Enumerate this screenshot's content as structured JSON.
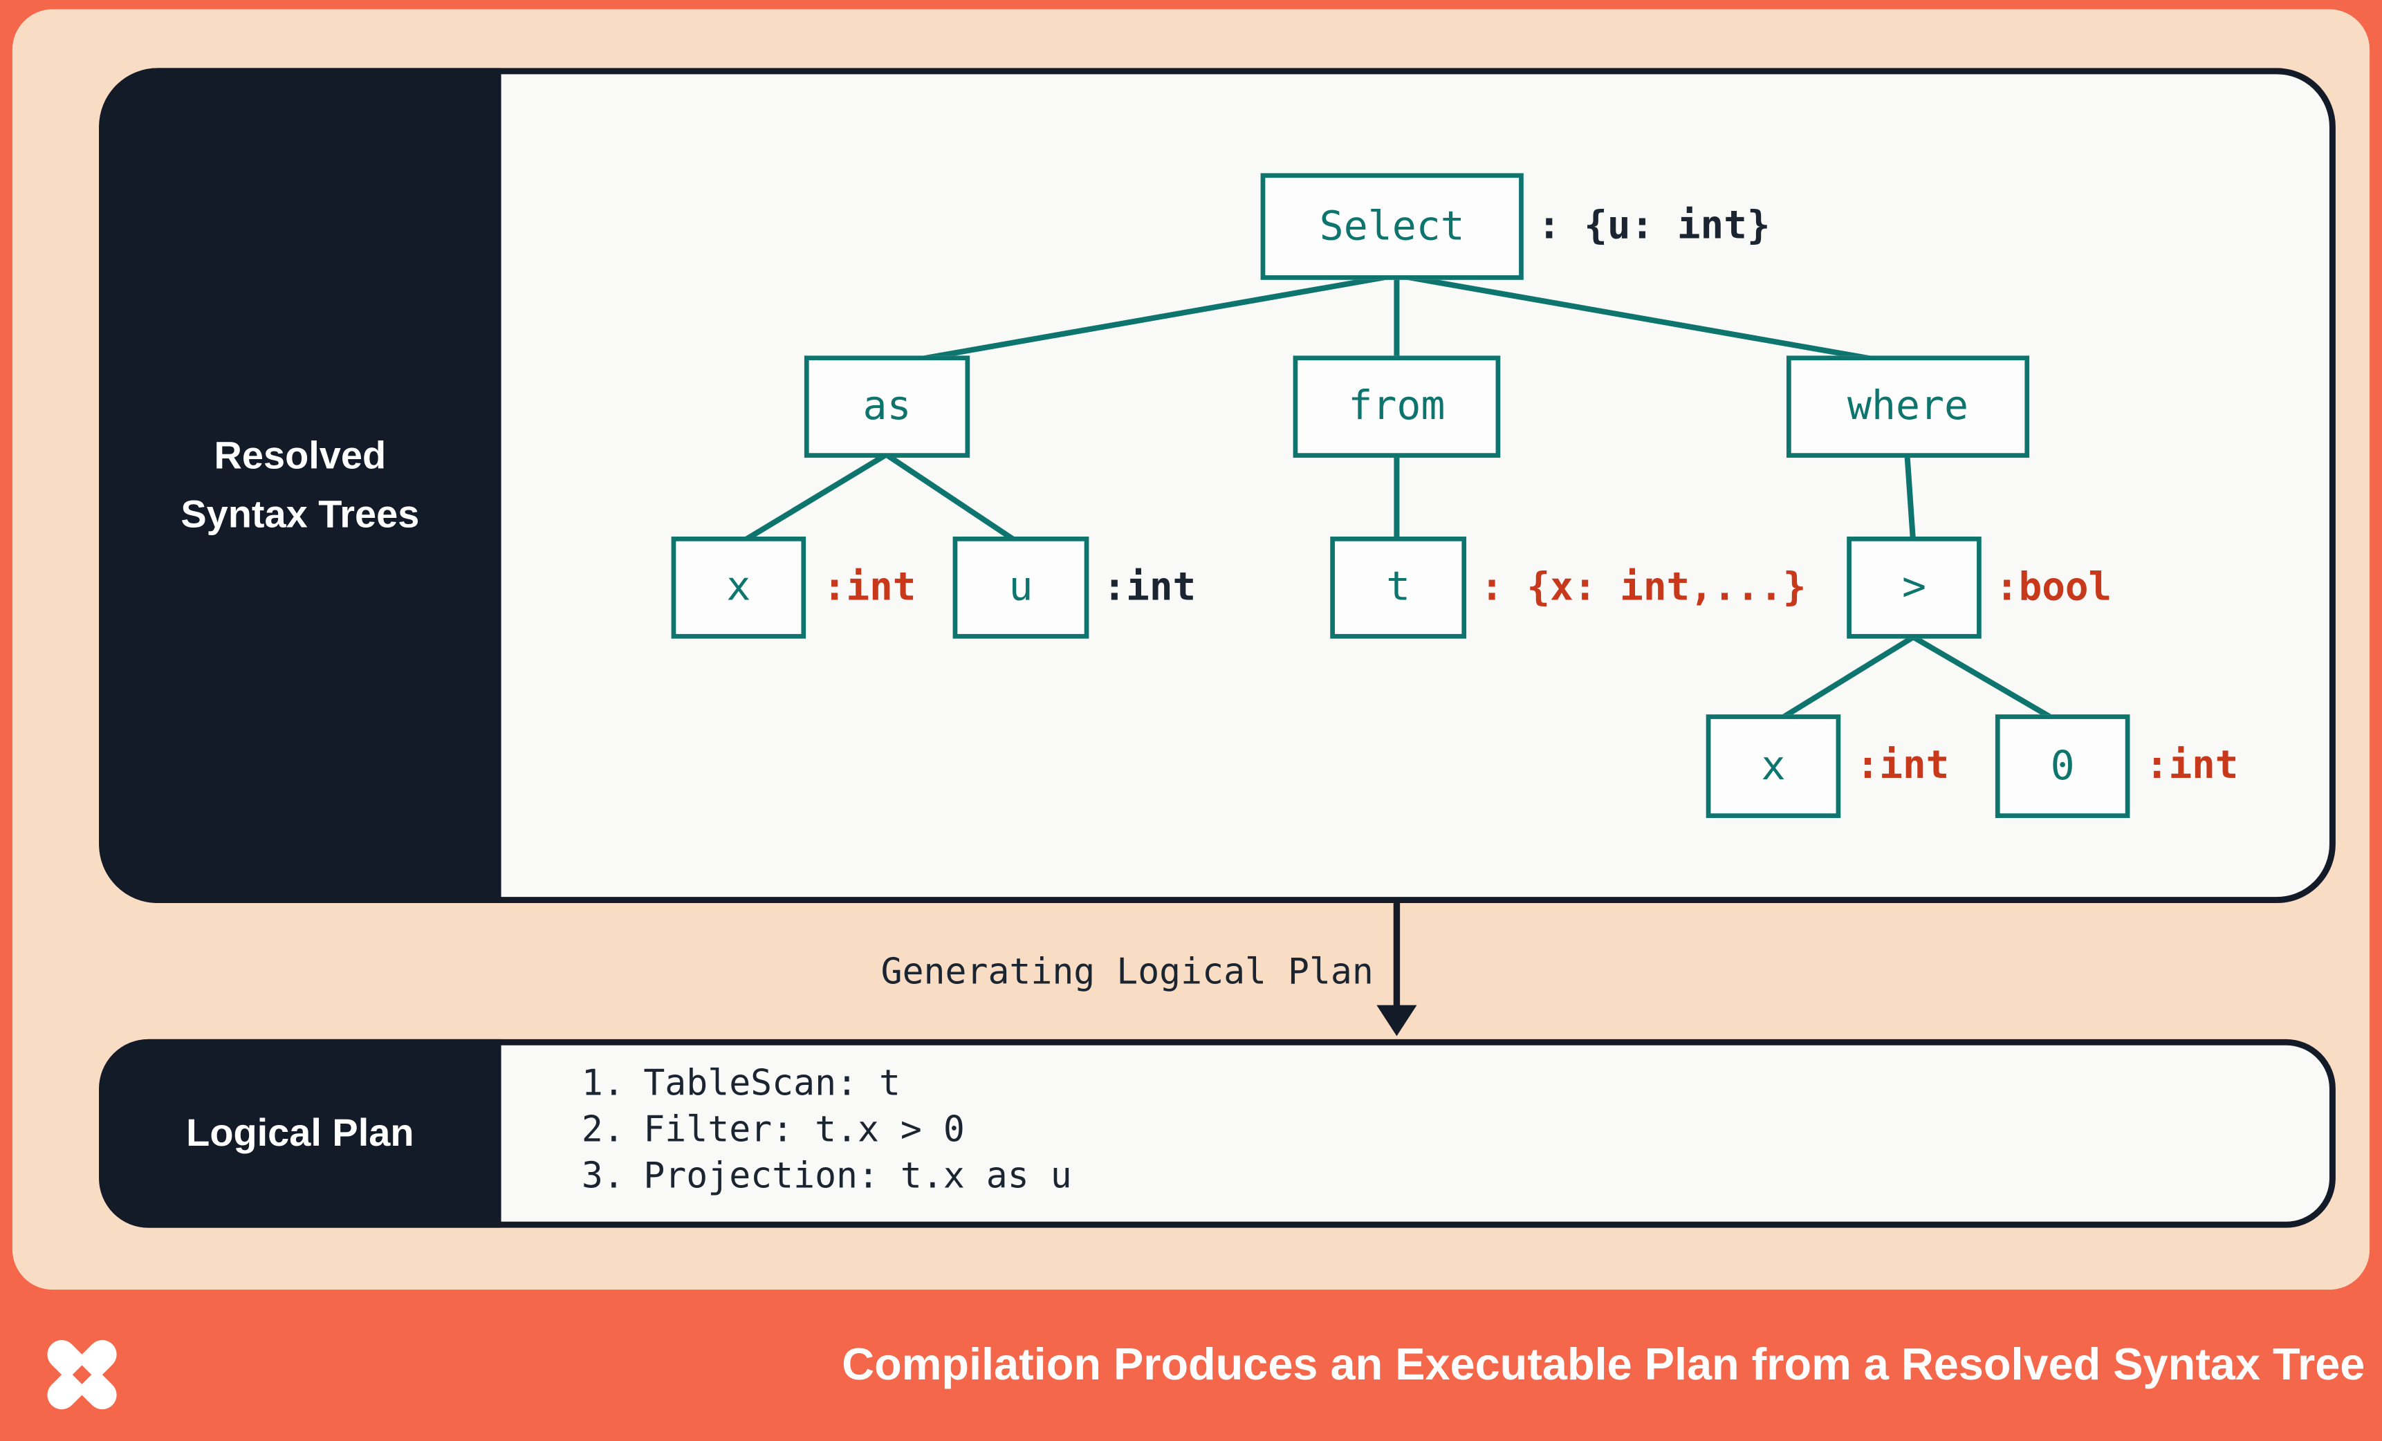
{
  "colors": {
    "coral": "#F4674B",
    "peach": "#F8DCC4",
    "navy": "#141B28",
    "teal": "#0E746E",
    "red": "#C8381B",
    "panel_light": "#F9F9F8"
  },
  "resolved_panel": {
    "label_line1": "Resolved",
    "label_line2": "Syntax Trees"
  },
  "tree": {
    "nodes": {
      "select": {
        "label": "Select",
        "annotation": ": {u: int}",
        "annotation_color": "navy"
      },
      "as": {
        "label": "as"
      },
      "from": {
        "label": "from"
      },
      "where": {
        "label": "where"
      },
      "x1": {
        "label": "x",
        "annotation": ":int",
        "annotation_color": "red"
      },
      "u": {
        "label": "u",
        "annotation": ":int",
        "annotation_color": "navy"
      },
      "t": {
        "label": "t",
        "annotation": ": {x: int,...}",
        "annotation_color": "red"
      },
      "gt": {
        "label": ">",
        "annotation": ":bool",
        "annotation_color": "red"
      },
      "x2": {
        "label": "x",
        "annotation": ":int",
        "annotation_color": "red"
      },
      "zero": {
        "label": "0",
        "annotation": ":int",
        "annotation_color": "red"
      }
    }
  },
  "transition": {
    "label": "Generating Logical Plan"
  },
  "logical_plan": {
    "sidebar_label": "Logical Plan",
    "steps": [
      {
        "num": "1.",
        "text": "TableScan: t"
      },
      {
        "num": "2.",
        "text": "Filter: t.x > 0"
      },
      {
        "num": "3.",
        "text": "Projection: t.x as u"
      }
    ]
  },
  "footer": {
    "caption": "Compilation Produces an Executable Plan from a Resolved Syntax Tree"
  }
}
